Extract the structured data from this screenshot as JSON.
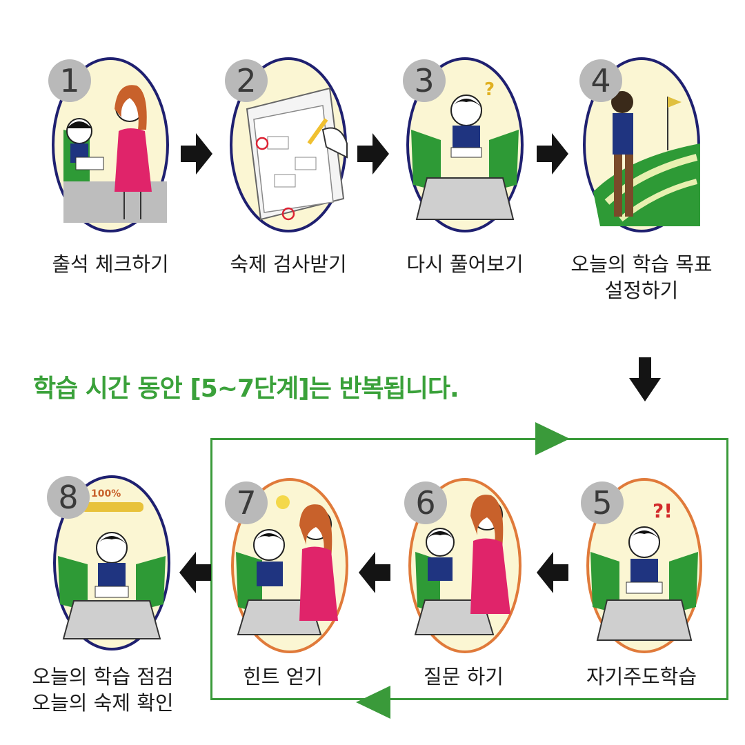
{
  "steps": [
    {
      "number": "1",
      "caption_lines": [
        "출석 체크하기"
      ]
    },
    {
      "number": "2",
      "caption_lines": [
        "숙제 검사받기"
      ]
    },
    {
      "number": "3",
      "caption_lines": [
        "다시 풀어보기"
      ]
    },
    {
      "number": "4",
      "caption_lines": [
        "오늘의 학습 목표",
        "설정하기"
      ]
    },
    {
      "number": "5",
      "caption_lines": [
        "자기주도학습"
      ]
    },
    {
      "number": "6",
      "caption_lines": [
        "질문 하기"
      ]
    },
    {
      "number": "7",
      "caption_lines": [
        "힌트 얻기"
      ]
    },
    {
      "number": "8",
      "caption_lines": [
        "오늘의 학습 점검",
        "오늘의 숙제 확인"
      ]
    }
  ],
  "headline": "학습 시간 동안 [5~7단계]는 반복됩니다.",
  "progress_label": "100%",
  "colors": {
    "headline": "#3aa13a",
    "loop_border": "#3a9a3a",
    "ring_top_row": "#1f2070",
    "ring_bottom_row": "#e07a3a",
    "panel_fill": "#fbf6d3",
    "accent_green": "#2e9a36",
    "arrow": "#141414"
  }
}
